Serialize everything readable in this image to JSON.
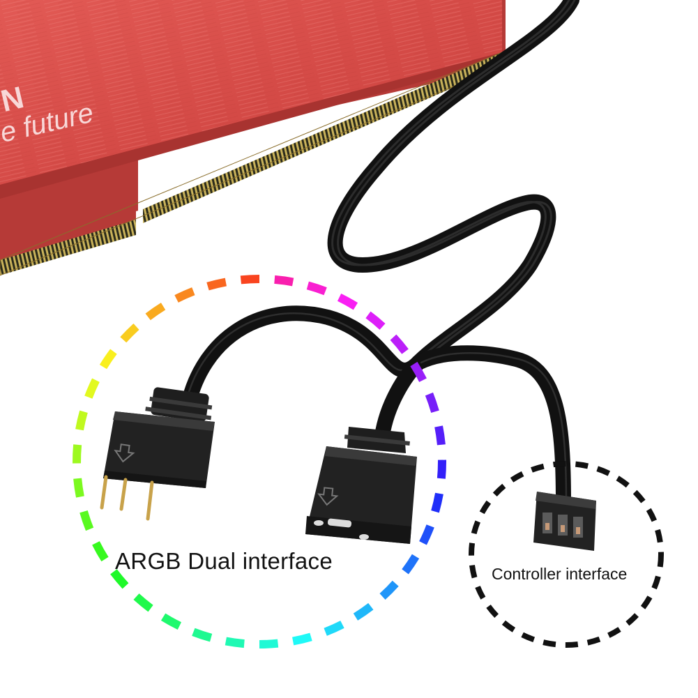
{
  "ram_module": {
    "color": "#d9534f",
    "visible_text_partial": "e future",
    "visible_letter_partial": "N"
  },
  "labels": {
    "argb": "ARGB Dual interface",
    "controller": "Controller interface"
  },
  "colors": {
    "cable": "#111111",
    "connector": "#1e1e1e",
    "pin": "#c8a24a",
    "controller_circle": "#111111"
  },
  "icons": {
    "connector_arrow": "arrow-down-icon"
  }
}
